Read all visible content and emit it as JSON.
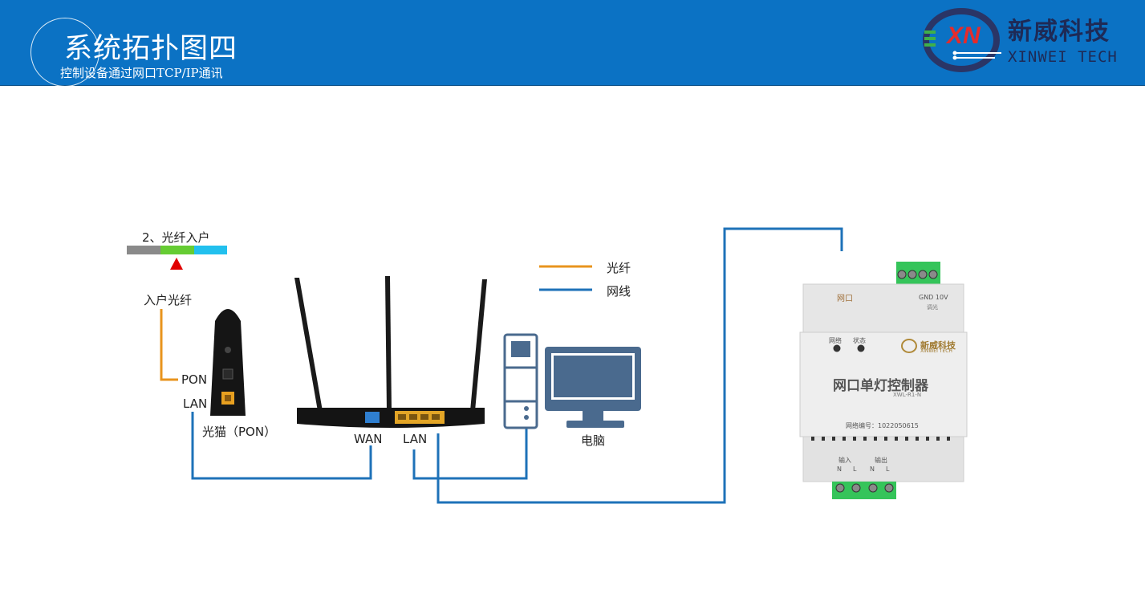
{
  "header": {
    "title": "系统拓扑图四",
    "subtitle": "控制设备通过网口TCP/IP通讯",
    "logo_cn": "新威科技",
    "logo_en": "XINWEI TECH",
    "logo_mark": "XN"
  },
  "fiber_bar": {
    "label": "2、光纤入户",
    "colors": [
      "#8a8a8a",
      "#66cc33",
      "#22c0ee"
    ],
    "marker_color": "#e10000"
  },
  "legend": {
    "items": [
      {
        "label": "光纤",
        "color": "#e8941e"
      },
      {
        "label": "网线",
        "color": "#1e72b8"
      }
    ]
  },
  "modem": {
    "fiber_in_label": "入户光纤",
    "pon_label": "PON",
    "lan_label": "LAN",
    "name": "光猫（PON）"
  },
  "router": {
    "wan_label": "WAN",
    "lan_label": "LAN"
  },
  "computer": {
    "label": "电脑"
  },
  "controller": {
    "port_label": "网口",
    "gnd_label": "GND 10V",
    "dim_label": "调光",
    "net_led": "网络",
    "status_led": "状态",
    "brand": "新威科技",
    "brand_en": "XINWEI TECH",
    "name": "网口单灯控制器",
    "model": "XWL-R1-N",
    "serial": "网络编号：1022050615",
    "in_label": "输入",
    "out_label": "输出",
    "terminals": [
      "N",
      "L",
      "N",
      "L"
    ]
  }
}
